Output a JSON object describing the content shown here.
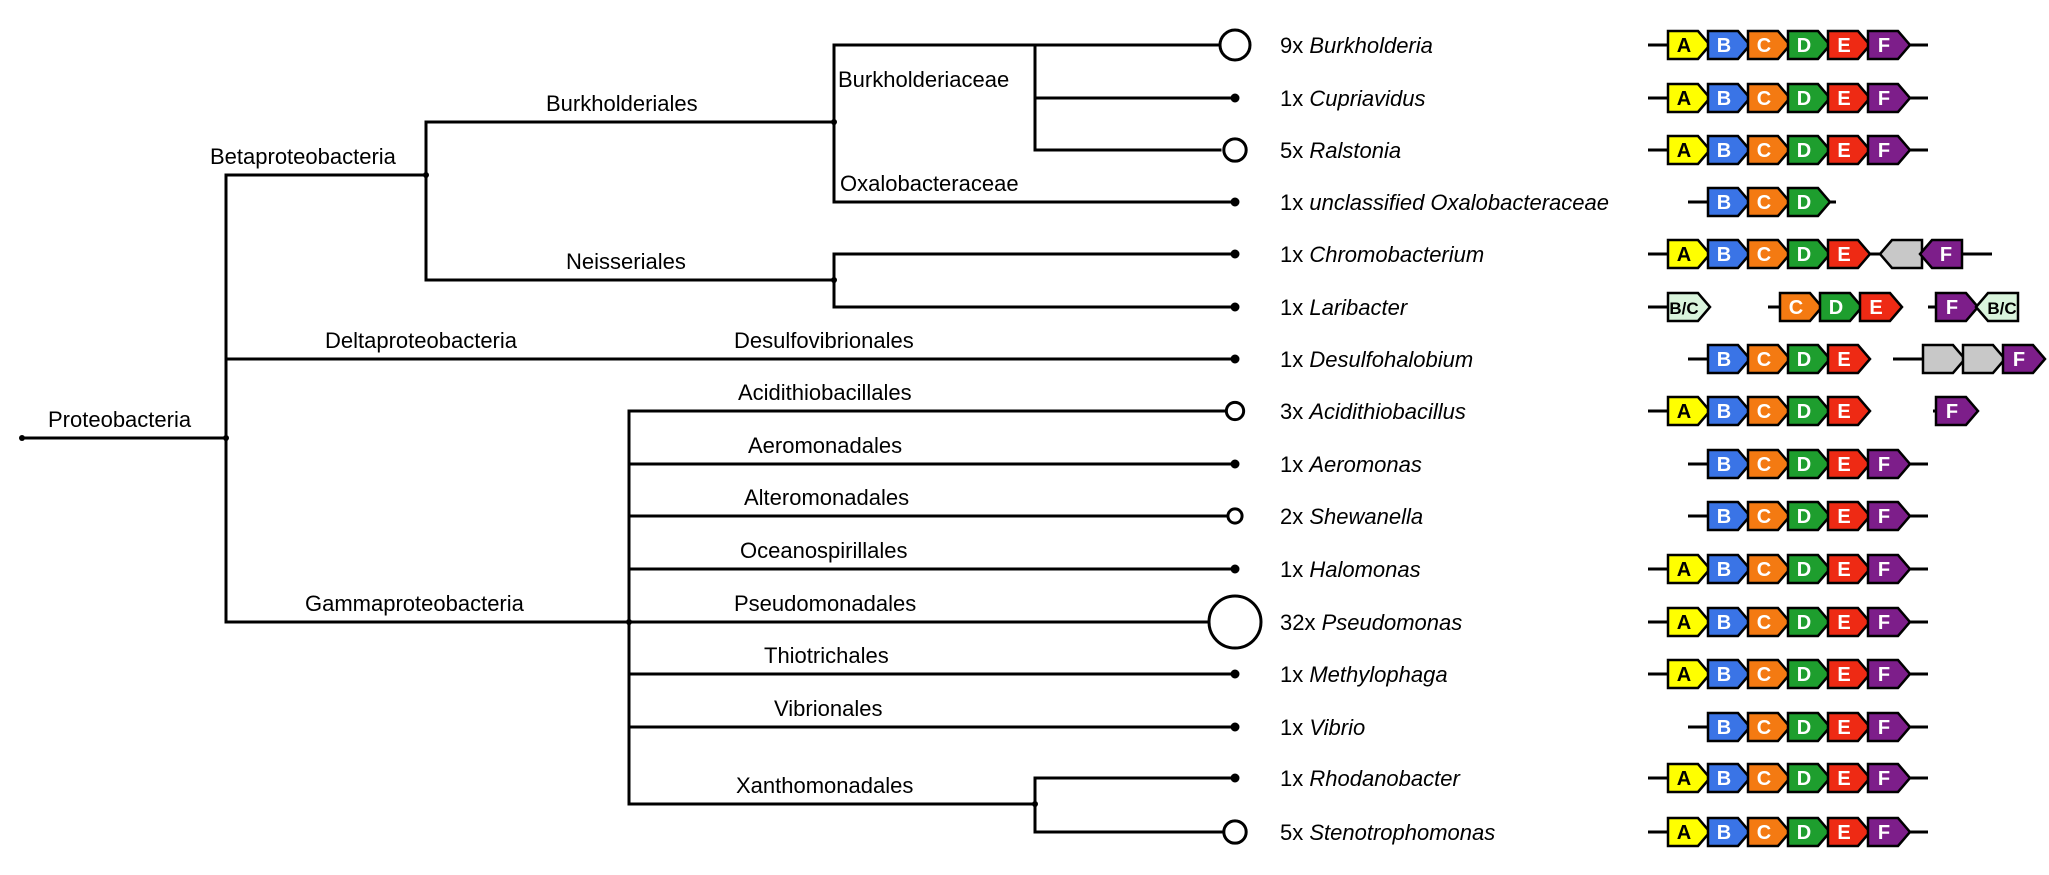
{
  "colors": {
    "A": "#ffff00",
    "B": "#3a74e6",
    "C": "#f47a12",
    "D": "#1e9e2e",
    "E": "#ee2a14",
    "F": "#7d1e8a",
    "BC": "#d9f4dc",
    "unnamed": "#c8c8c8",
    "line": "#000000"
  },
  "tree": {
    "root": "Proteobacteria",
    "classes": [
      "Betaproteobacteria",
      "Deltaproteobacteria",
      "Gammaproteobacteria"
    ],
    "orders": [
      "Burkholderiales",
      "Neisseriales",
      "Desulfovibrionales",
      "Acidithiobacillales",
      "Aeromonadales",
      "Alteromonadales",
      "Oceanospirillales",
      "Pseudomonadales",
      "Thiotrichales",
      "Vibrionales",
      "Xanthomonadales"
    ],
    "families": [
      "Burkholderiaceae",
      "Oxalobacteraceae"
    ]
  },
  "leaves": [
    {
      "count": "9x",
      "genus": "Burkholderia",
      "n": 9,
      "genes": [
        "A",
        "B",
        "C",
        "D",
        "E",
        "F"
      ]
    },
    {
      "count": "1x",
      "genus": "Cupriavidus",
      "n": 1,
      "genes": [
        "A",
        "B",
        "C",
        "D",
        "E",
        "F"
      ]
    },
    {
      "count": "5x",
      "genus": "Ralstonia",
      "n": 5,
      "genes": [
        "A",
        "B",
        "C",
        "D",
        "E",
        "F"
      ]
    },
    {
      "count": "1x",
      "genus": "unclassified Oxalobacteraceae",
      "n": 1,
      "genes": [
        "B",
        "C",
        "D"
      ]
    },
    {
      "count": "1x",
      "genus": "Chromobacterium",
      "n": 1,
      "genes": [
        "A",
        "B",
        "C",
        "D",
        "E",
        "-",
        "F"
      ]
    },
    {
      "count": "1x",
      "genus": "Laribacter",
      "n": 1,
      "genes": [
        "B/C",
        "C",
        "D",
        "E",
        "F",
        "B/C"
      ]
    },
    {
      "count": "1x",
      "genus": "Desulfohalobium",
      "n": 1,
      "genes": [
        "B",
        "C",
        "D",
        "E",
        "-",
        "-",
        "F"
      ]
    },
    {
      "count": "3x",
      "genus": "Acidithiobacillus",
      "n": 3,
      "genes": [
        "A",
        "B",
        "C",
        "D",
        "E",
        "F"
      ]
    },
    {
      "count": "1x",
      "genus": "Aeromonas",
      "n": 1,
      "genes": [
        "B",
        "C",
        "D",
        "E",
        "F"
      ]
    },
    {
      "count": "2x",
      "genus": "Shewanella",
      "n": 2,
      "genes": [
        "B",
        "C",
        "D",
        "E",
        "F"
      ]
    },
    {
      "count": "1x",
      "genus": "Halomonas",
      "n": 1,
      "genes": [
        "A",
        "B",
        "C",
        "D",
        "E",
        "F"
      ]
    },
    {
      "count": "32x",
      "genus": "Pseudomonas",
      "n": 32,
      "genes": [
        "A",
        "B",
        "C",
        "D",
        "E",
        "F"
      ]
    },
    {
      "count": "1x",
      "genus": "Methylophaga",
      "n": 1,
      "genes": [
        "A",
        "B",
        "C",
        "D",
        "E",
        "F"
      ]
    },
    {
      "count": "1x",
      "genus": "Vibrio",
      "n": 1,
      "genes": [
        "B",
        "C",
        "D",
        "E",
        "F"
      ]
    },
    {
      "count": "1x",
      "genus": "Rhodanobacter",
      "n": 1,
      "genes": [
        "A",
        "B",
        "C",
        "D",
        "E",
        "F"
      ]
    },
    {
      "count": "5x",
      "genus": "Stenotrophomonas",
      "n": 5,
      "genes": [
        "A",
        "B",
        "C",
        "D",
        "E",
        "F"
      ]
    }
  ]
}
